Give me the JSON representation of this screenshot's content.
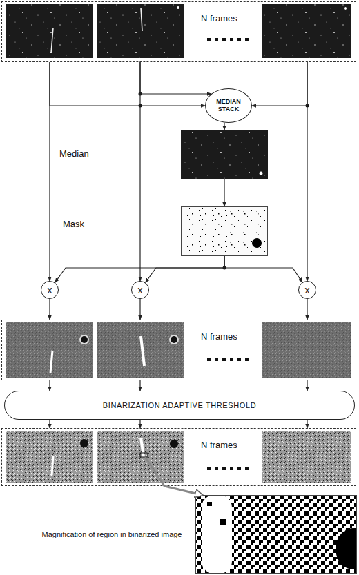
{
  "diagram": {
    "nodes": [
      {
        "text": [
          "N frames"
        ]
      },
      {
        "text": [
          "MEDIAN STACK"
        ]
      },
      {
        "text": [
          "Median"
        ]
      },
      {
        "text": [
          "Mask"
        ]
      },
      {
        "text": [
          "x"
        ]
      },
      {
        "text": [
          "x"
        ]
      },
      {
        "text": [
          "x"
        ]
      },
      {
        "text": [
          "N frames"
        ]
      },
      {
        "text": [
          "BINARIZATION ADAPTIVE THRESHOLD"
        ]
      },
      {
        "text": [
          "N frames"
        ]
      },
      {
        "text": [
          "Magnification of region in binarized image"
        ]
      }
    ],
    "edges": [
      {
        "from": 0,
        "to": 1,
        "arrow": "to"
      },
      {
        "from": 0,
        "to": 1,
        "arrow": "to"
      },
      {
        "from": 0,
        "to": 1,
        "arrow": "to"
      },
      {
        "from": 1,
        "to": 2,
        "arrow": "to"
      },
      {
        "from": 2,
        "to": 3,
        "arrow": "to"
      },
      {
        "from": 3,
        "to": 4,
        "arrow": "to"
      },
      {
        "from": 3,
        "to": 5,
        "arrow": "to"
      },
      {
        "from": 3,
        "to": 6,
        "arrow": "to"
      },
      {
        "from": 0,
        "to": 4,
        "arrow": "to"
      },
      {
        "from": 0,
        "to": 5,
        "arrow": "to"
      },
      {
        "from": 0,
        "to": 6,
        "arrow": "to"
      },
      {
        "from": 4,
        "to": 7,
        "arrow": "to"
      },
      {
        "from": 5,
        "to": 7,
        "arrow": "to"
      },
      {
        "from": 6,
        "to": 7,
        "arrow": "to"
      },
      {
        "from": 7,
        "to": 8,
        "arrow": "to"
      },
      {
        "from": 7,
        "to": 8,
        "arrow": "to"
      },
      {
        "from": 7,
        "to": 8,
        "arrow": "to"
      },
      {
        "from": 8,
        "to": 9,
        "arrow": "to"
      },
      {
        "from": 8,
        "to": 9,
        "arrow": "to"
      },
      {
        "from": 8,
        "to": 9,
        "arrow": "to"
      },
      {
        "from": 9,
        "to": 10,
        "arrow": "to"
      }
    ]
  }
}
